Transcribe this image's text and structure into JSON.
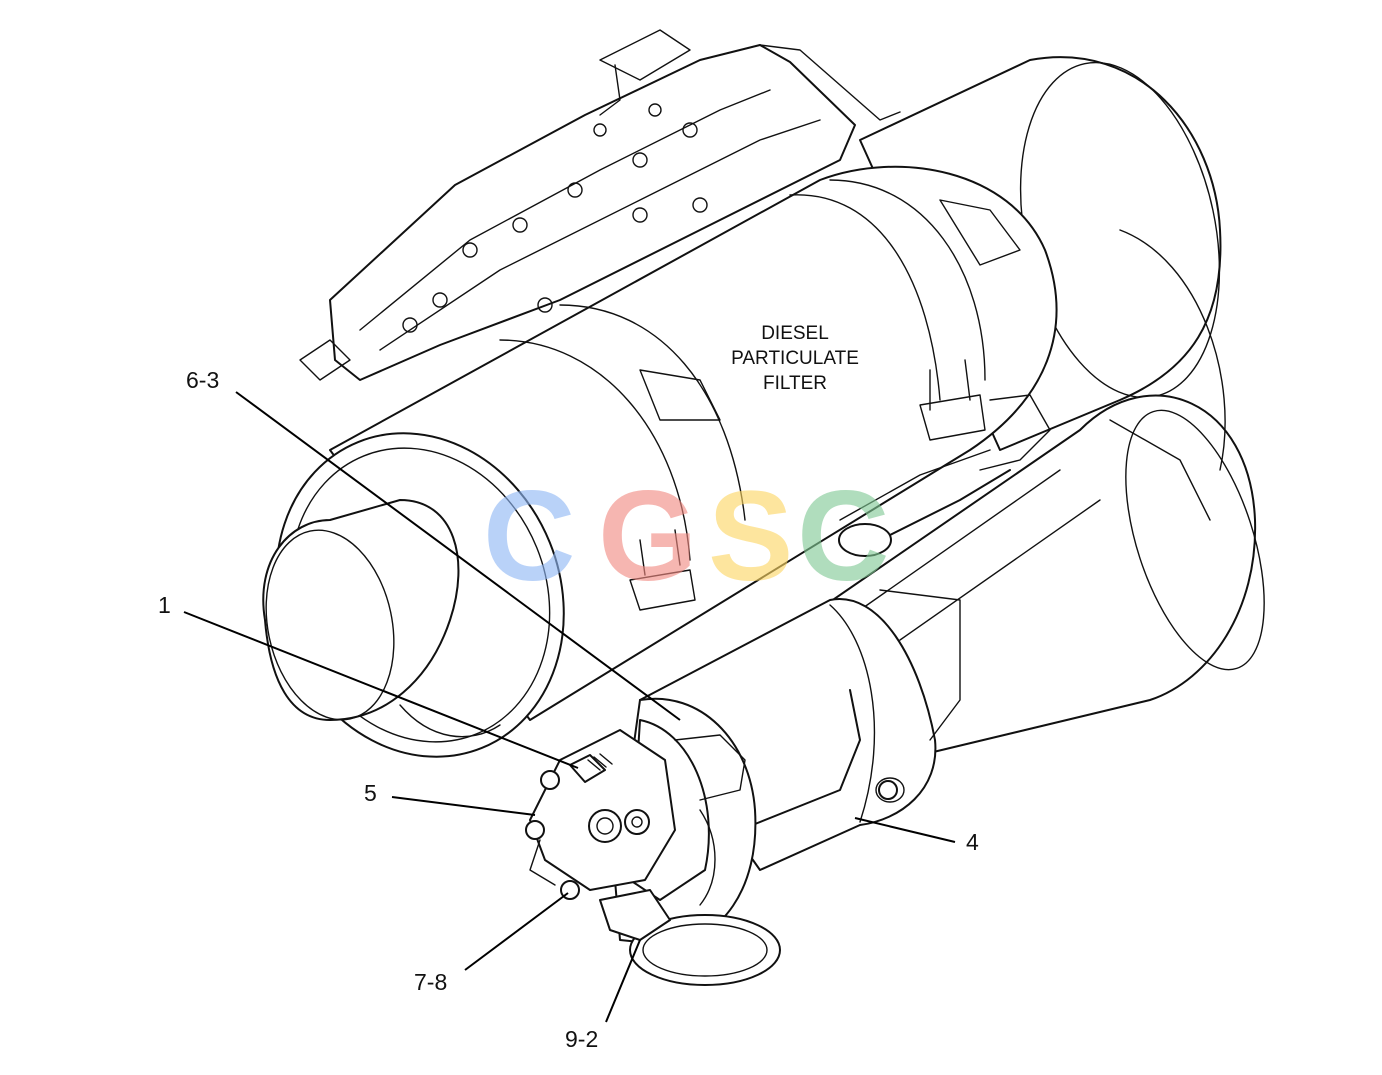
{
  "diagram": {
    "component_label": [
      "DIESEL",
      "PARTICULATE",
      "FILTER"
    ],
    "callouts": [
      "6-3",
      "1",
      "5",
      "4",
      "7-8",
      "9-2"
    ]
  },
  "watermark": {
    "letters": [
      "C",
      "G",
      "S",
      "C"
    ],
    "colors": [
      "#8fb7f5",
      "#f28b82",
      "#fdd663",
      "#81c995"
    ]
  }
}
